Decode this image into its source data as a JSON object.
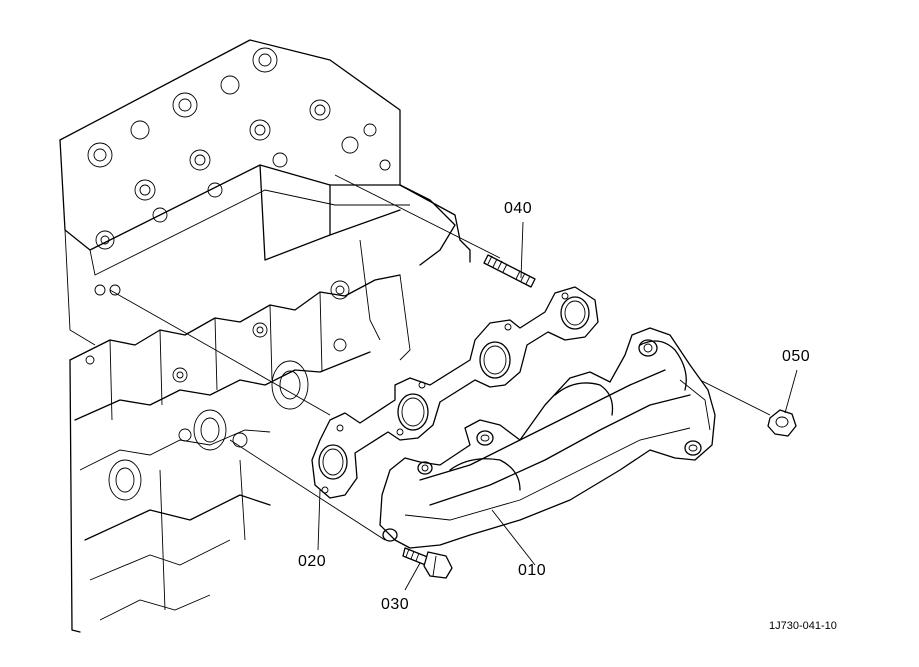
{
  "callouts": {
    "exhaust_manifold": "010",
    "gasket": "020",
    "bolt": "030",
    "stud": "040",
    "nut": "050"
  },
  "drawing_code": "1J730-041-10"
}
